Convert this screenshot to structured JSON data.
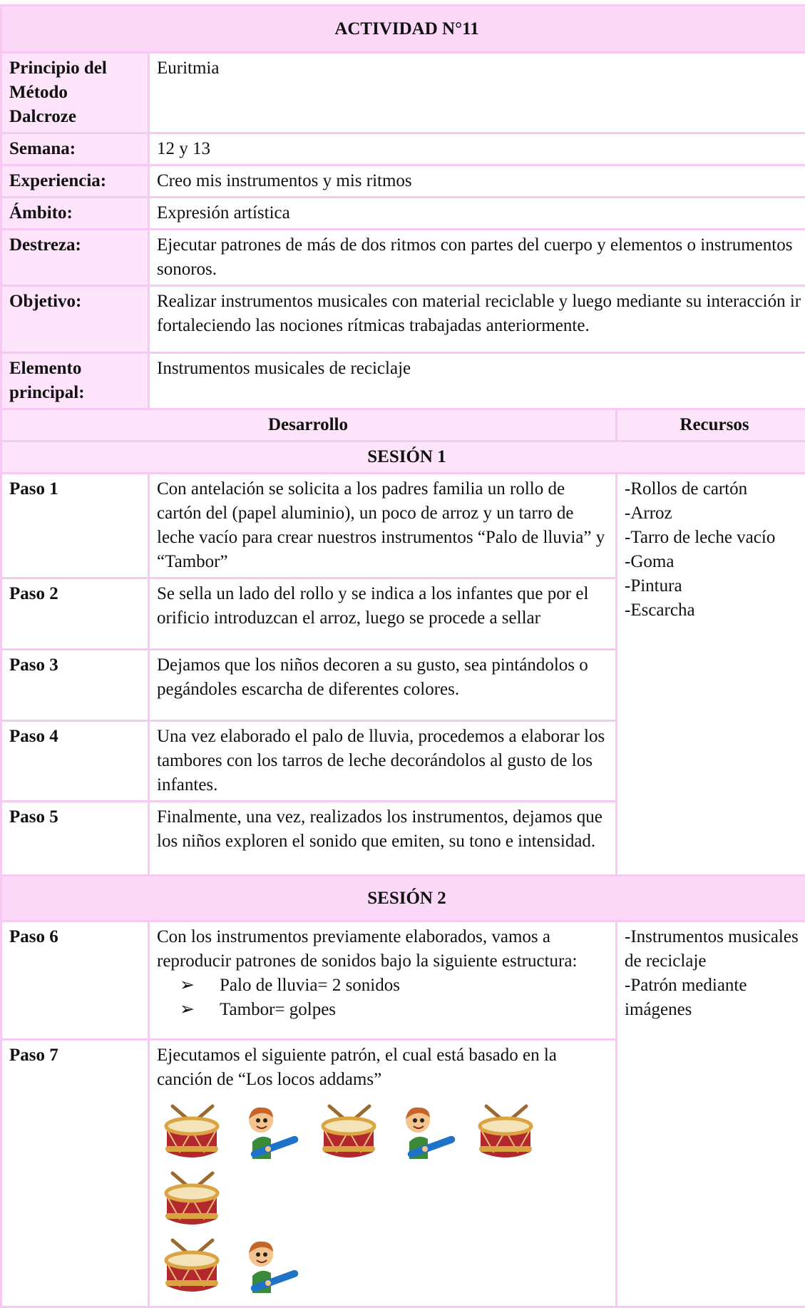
{
  "title": "ACTIVIDAD N°11",
  "info": [
    {
      "label": "Principio del Método Dalcroze",
      "value": "Euritmia"
    },
    {
      "label": "Semana:",
      "value": "12 y 13"
    },
    {
      "label": "Experiencia:",
      "value": "Creo mis instrumentos y mis ritmos"
    },
    {
      "label": "Ámbito:",
      "value": "Expresión artística"
    },
    {
      "label": "Destreza:",
      "value": "Ejecutar patrones de más de dos ritmos con partes del cuerpo y elementos o instrumentos sonoros."
    },
    {
      "label": "Objetivo:",
      "value": "Realizar instrumentos musicales con material reciclable y luego mediante su interacción ir fortaleciendo las nociones rítmicas trabajadas anteriormente."
    },
    {
      "label": "Elemento principal:",
      "value": "Instrumentos musicales de reciclaje"
    }
  ],
  "columns": {
    "desarrollo": "Desarrollo",
    "recursos": "Recursos"
  },
  "session1": {
    "title": "SESIÓN 1",
    "steps": [
      {
        "label": "Paso 1",
        "text": "Con antelación se solicita a los padres familia un rollo de cartón del (papel aluminio), un poco de arroz y un tarro de leche vacío para crear nuestros instrumentos “Palo de lluvia” y “Tambor”"
      },
      {
        "label": "Paso 2",
        "text": "Se sella un lado del rollo y se indica a los infantes que por el orificio introduzcan el arroz, luego se procede a sellar"
      },
      {
        "label": "Paso 3",
        "text": "Dejamos que los niños decoren a su gusto, sea pintándolos o pegándoles escarcha de diferentes colores."
      },
      {
        "label": "Paso 4",
        "text": "Una vez elaborado el palo de lluvia, procedemos a elaborar los tambores con los tarros de leche decorándolos al gusto de los infantes."
      },
      {
        "label": "Paso 5",
        "text": "Finalmente, una vez, realizados los instrumentos, dejamos que los niños exploren el sonido que emiten, su tono e intensidad."
      }
    ],
    "resources": [
      "-Rollos de cartón",
      "-Arroz",
      "-Tarro de leche vacío",
      "-Goma",
      "-Pintura",
      "-Escarcha"
    ]
  },
  "session2": {
    "title": "SESIÓN 2",
    "step6": {
      "label": "Paso 6",
      "text": "Con los instrumentos previamente elaborados, vamos a reproducir patrones de sonidos bajo la siguiente estructura:",
      "bullets": [
        "Palo de lluvia= 2 sonidos",
        "Tambor=  golpes"
      ]
    },
    "step7": {
      "label": "Paso 7",
      "text": "Ejecutamos el siguiente patrón, el cual está basado en la canción de “Los locos addams”",
      "pattern": [
        "drum",
        "boy",
        "drum",
        "boy",
        "drum",
        "drum",
        "drum",
        "boy"
      ]
    },
    "resources": [
      "-Instrumentos musicales de reciclaje",
      "-Patrón mediante imágenes"
    ]
  },
  "colors": {
    "header_pink": "#fbd8f7",
    "border_pink": "#f6c9f2"
  }
}
